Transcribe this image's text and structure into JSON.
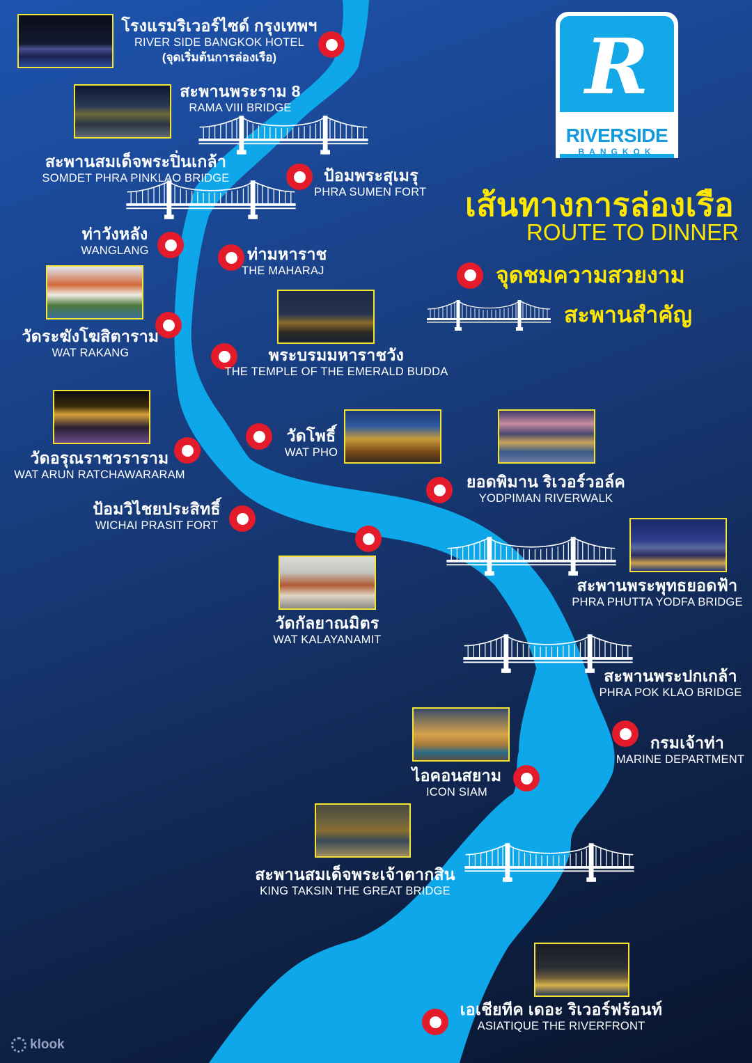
{
  "colors": {
    "background_top_left": "#1d54ae",
    "background_bottom_right": "#08152f",
    "river": "#0ea8ea",
    "marker_ring": "#e31b2a",
    "marker_center": "#ffffff",
    "legend_text": "#ffe800",
    "photo_border": "#f4e534",
    "label_text": "#ffffff"
  },
  "logo": {
    "letter": "R",
    "name": "RIVERSIDE",
    "city": "BANGKOK"
  },
  "legend": {
    "title_th": "เส้นทางการล่องเรือ",
    "title_en": "ROUTE TO DINNER",
    "marker_label": "จุดชมความสวยงาม",
    "marker_icon": "viewpoint-marker-icon",
    "bridge_label": "สะพานสำคัญ",
    "bridge_icon": "bridge-icon"
  },
  "places": [
    {
      "id": "riverside-hotel",
      "th": "โรงแรมริเวอร์ไซด์ กรุงเทพฯ",
      "en": "RIVER SIDE BANGKOK HOTEL",
      "sub": "(จุดเริ่มต้นการล่องเรือ)",
      "type": "viewpoint"
    },
    {
      "id": "rama-viii-bridge",
      "th": "สะพานพระราม 8",
      "en": "RAMA VIII BRIDGE",
      "type": "bridge"
    },
    {
      "id": "pinklao-bridge",
      "th": "สะพานสมเด็จพระปิ่นเกล้า",
      "en": "SOMDET PHRA PINKLAO BRIDGE",
      "type": "bridge"
    },
    {
      "id": "phra-sumen-fort",
      "th": "ป้อมพระสุเมรุ",
      "en": "PHRA SUMEN FORT",
      "type": "viewpoint"
    },
    {
      "id": "wanglang",
      "th": "ท่าวังหลัง",
      "en": "WANGLANG",
      "type": "viewpoint"
    },
    {
      "id": "maharaj",
      "th": "ท่ามหาราช",
      "en": "THE MAHARAJ",
      "type": "viewpoint"
    },
    {
      "id": "wat-rakang",
      "th": "วัดระฆังโฆสิตาราม",
      "en": "WAT RAKANG",
      "type": "viewpoint"
    },
    {
      "id": "grand-palace",
      "th": "พระบรมมหาราชวัง",
      "en": "THE TEMPLE OF THE EMERALD BUDDA",
      "type": "viewpoint"
    },
    {
      "id": "wat-arun",
      "th": "วัดอรุณราชวราราม",
      "en": "WAT ARUN RATCHAWARARAM",
      "type": "viewpoint"
    },
    {
      "id": "wat-pho",
      "th": "วัดโพธิ์",
      "en": "WAT PHO",
      "type": "viewpoint"
    },
    {
      "id": "yodpiman",
      "th": "ยอดพิมาน ริเวอร์วอล์ค",
      "en": "YODPIMAN RIVERWALK",
      "type": "viewpoint"
    },
    {
      "id": "wichai-prasit",
      "th": "ป้อมวิไชยประสิทธิ์",
      "en": "WICHAI PRASIT FORT",
      "type": "viewpoint"
    },
    {
      "id": "wat-kalayanamit",
      "th": "วัดกัลยาณมิตร",
      "en": "WAT KALAYANAMIT",
      "type": "viewpoint"
    },
    {
      "id": "phutta-yodfa-bridge",
      "th": "สะพานพระพุทธยอดฟ้า",
      "en": "PHRA PHUTTA YODFA BRIDGE",
      "type": "bridge"
    },
    {
      "id": "pok-klao-bridge",
      "th": "สะพานพระปกเกล้า",
      "en": "PHRA POK KLAO BRIDGE",
      "type": "bridge"
    },
    {
      "id": "marine-department",
      "th": "กรมเจ้าท่า",
      "en": "MARINE DEPARTMENT",
      "type": "viewpoint"
    },
    {
      "id": "icon-siam",
      "th": "ไอคอนสยาม",
      "en": "ICON SIAM",
      "type": "viewpoint"
    },
    {
      "id": "taksin-bridge",
      "th": "สะพานสมเด็จพระเจ้าตากสิน",
      "en": "KING TAKSIN THE GREAT BRIDGE",
      "type": "bridge"
    },
    {
      "id": "asiatique",
      "th": "เอเชียทีค เดอะ ริเวอร์ฟร้อนท์",
      "en": "ASIATIQUE THE RIVERFRONT",
      "type": "viewpoint"
    }
  ],
  "watermark": {
    "text": "klook"
  }
}
